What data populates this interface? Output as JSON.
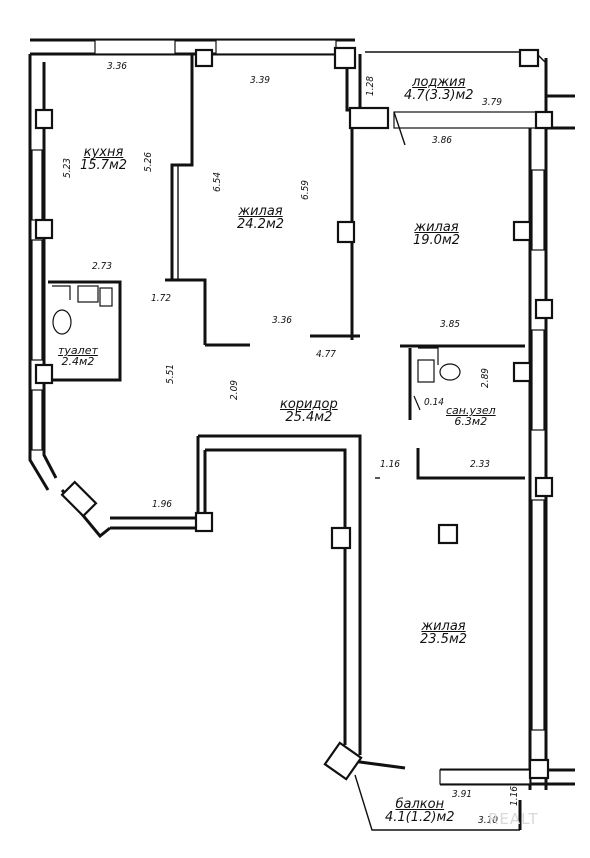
{
  "rooms": {
    "kitchen": {
      "name": "кухня",
      "area": "15.7м2"
    },
    "loggia": {
      "name": "лоджия",
      "area": "4.7(3.3)м2"
    },
    "living1": {
      "name": "жилая",
      "area": "24.2м2"
    },
    "living2": {
      "name": "жилая",
      "area": "19.0м2"
    },
    "toilet": {
      "name": "туалет",
      "area": "2.4м2"
    },
    "corridor": {
      "name": "коридор",
      "area": "25.4м2"
    },
    "bathroom": {
      "name": "сан.узел",
      "area": "6.3м2"
    },
    "living3": {
      "name": "жилая",
      "area": "23.5м2"
    },
    "balcony": {
      "name": "балкон",
      "area": "4.1(1.2)м2"
    }
  },
  "dimensions": {
    "kitchen_top": "3.36",
    "kitchen_left": "5.23",
    "kitchen_right": "5.26",
    "toilet_top": "2.73",
    "living1_top": "3.39",
    "living1_left": "6.54",
    "living1_right": "6.59",
    "living1_bottom": "3.36",
    "loggia_side": "1.28",
    "loggia_top": "3.79",
    "loggia_bottom": "3.86",
    "living2_bottom": "3.85",
    "corr_172": "1.72",
    "corr_551": "5.51",
    "corr_209": "2.09",
    "corr_477": "4.77",
    "corr_196": "1.96",
    "bath_289": "2.89",
    "bath_014": "0.14",
    "bath_116": "1.16",
    "bath_233": "2.33",
    "balcony_391": "3.91",
    "balcony_310": "3.10",
    "balcony_116": "1.16"
  },
  "watermark": "REALT"
}
